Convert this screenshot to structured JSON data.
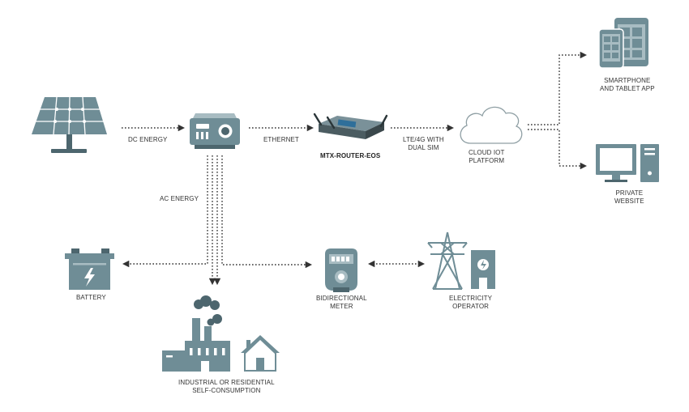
{
  "colors": {
    "fill": "#6f8d96",
    "dark": "#4d666e",
    "light": "#a8bcc2",
    "cloud_stroke": "#8f9fa4",
    "line": "#333333"
  },
  "labels": {
    "dc_energy": "DC ENERGY",
    "ethernet": "ETHERNET",
    "router": "MTX-ROUTER-EOS",
    "lte_line1": "LTE/4G WITH",
    "lte_line2": "DUAL SIM",
    "cloud_line1": "CLOUD IOT",
    "cloud_line2": "PLATFORM",
    "smartphone_line1": "SMARTPHONE",
    "smartphone_line2": "AND TABLET APP",
    "website_line1": "PRIVATE",
    "website_line2": "WEBSITE",
    "ac_energy": "AC ENERGY",
    "battery": "BATTERY",
    "meter_line1": "BIDIRECTIONAL",
    "meter_line2": "METER",
    "operator_line1": "ELECTRICITY",
    "operator_line2": "OPERATOR",
    "consumption_line1": "INDUSTRIAL OR RESIDENTIAL",
    "consumption_line2": "SELF-CONSUMPTION"
  },
  "icons": {
    "solar": "solar-panel-icon",
    "inverter": "inverter-icon",
    "router": "router-icon",
    "cloud": "cloud-icon",
    "devices": "smartphone-tablet-icon",
    "computer": "desktop-computer-icon",
    "battery": "battery-icon",
    "meter": "meter-icon",
    "tower": "power-tower-icon",
    "factory": "factory-icon",
    "house": "house-icon"
  }
}
